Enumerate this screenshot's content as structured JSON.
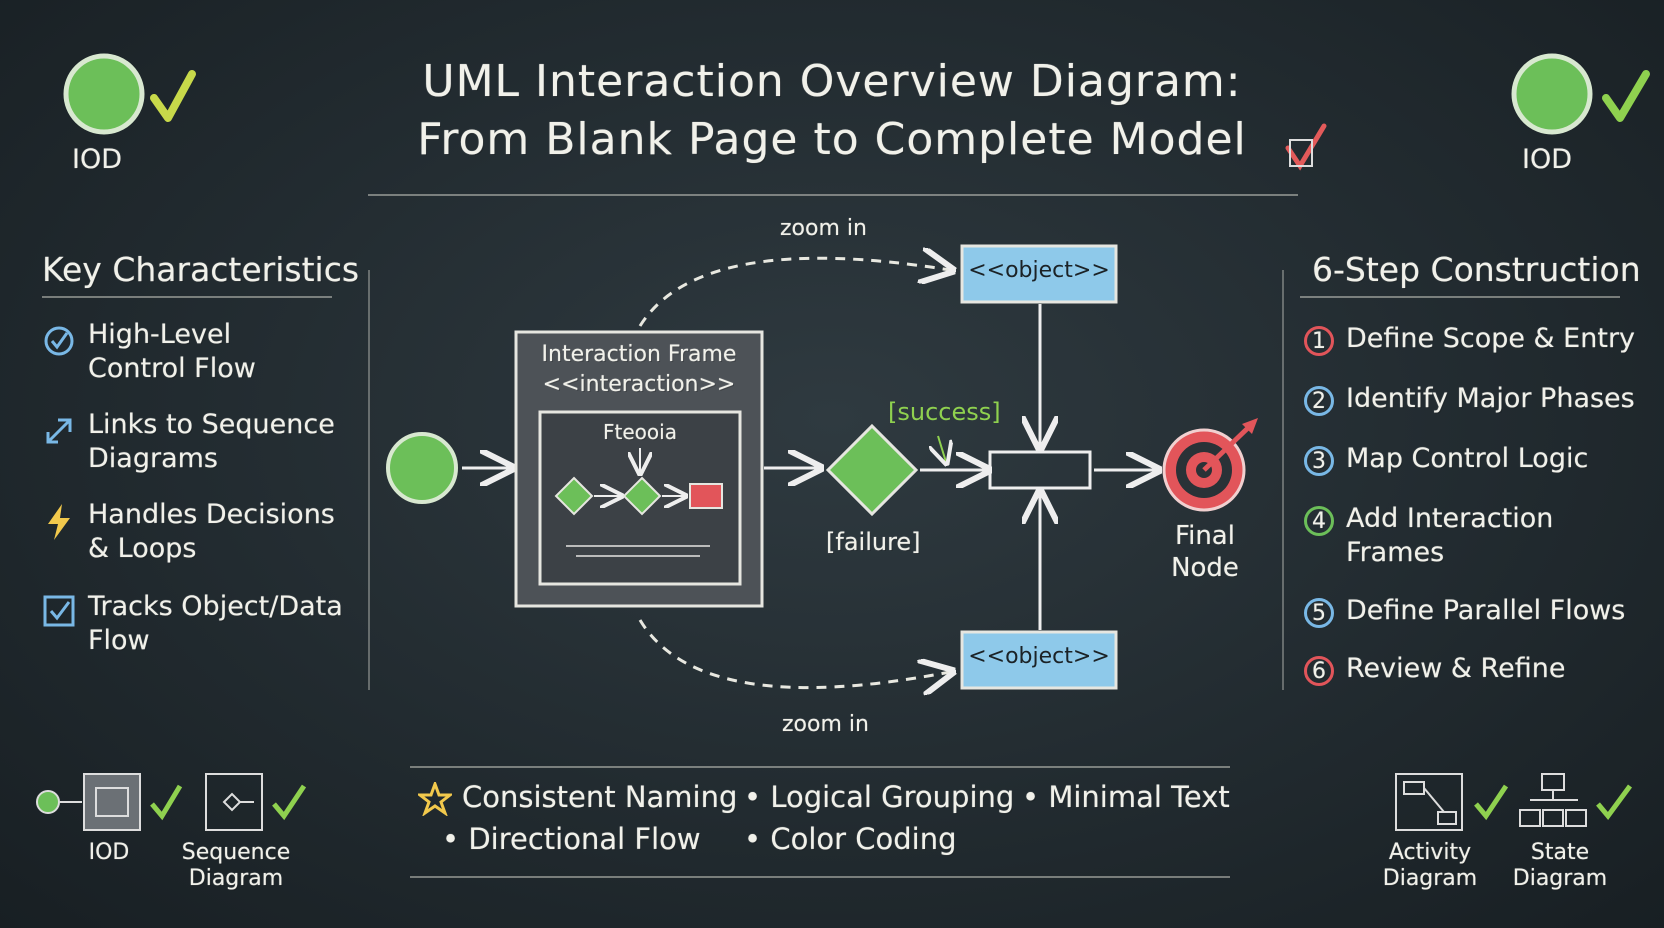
{
  "title": {
    "line1": "UML Interaction Overview Diagram:",
    "line2": "From Blank Page to Complete Model"
  },
  "corner_badges": {
    "left_label": "IOD",
    "right_label": "IOD"
  },
  "key_characteristics": {
    "heading": "Key Characteristics",
    "items": [
      {
        "icon": "check-circle-icon",
        "line1": "High-Level",
        "line2": "Control Flow"
      },
      {
        "icon": "link-icon",
        "line1": "Links to Sequence",
        "line2": "Diagrams"
      },
      {
        "icon": "lightning-icon",
        "line1": "Handles Decisions",
        "line2": "& Loops"
      },
      {
        "icon": "checkbox-icon",
        "line1": "Tracks Object/Data",
        "line2": "Flow"
      }
    ]
  },
  "steps": {
    "heading": "6-Step Construction",
    "items": [
      {
        "num": "1",
        "line1": "Define Scope & Entry",
        "line2": ""
      },
      {
        "num": "2",
        "line1": "Identify Major Phases",
        "line2": ""
      },
      {
        "num": "3",
        "line1": "Map Control Logic",
        "line2": ""
      },
      {
        "num": "4",
        "line1": "Add Interaction",
        "line2": "Frames"
      },
      {
        "num": "5",
        "line1": "Define Parallel Flows",
        "line2": ""
      },
      {
        "num": "6",
        "line1": "Review & Refine",
        "line2": ""
      }
    ]
  },
  "diagram": {
    "zoom_top": "zoom in",
    "zoom_bottom": "zoom in",
    "object_top": "<<object>>",
    "object_bottom": "<<object>>",
    "frame_title1": "Interaction Frame",
    "frame_title2": "<<interaction>>",
    "frame_inner_label": "Fteooia",
    "success": "[success]",
    "failure": "[failure]",
    "final_line1": "Final",
    "final_line2": "Node"
  },
  "bottom_left": {
    "iod_label": "IOD",
    "seq_line1": "Sequence",
    "seq_line2": "Diagram"
  },
  "bottom_right": {
    "activity_line1": "Activity",
    "activity_line2": "Diagram",
    "state_line1": "State",
    "state_line2": "Diagram"
  },
  "tips": {
    "row1": [
      "Consistent Naming",
      "Logical Grouping",
      "Minimal Text"
    ],
    "row2": [
      "Directional Flow",
      "Color Coding"
    ]
  },
  "colors": {
    "green": "#6cbf59",
    "blue": "#8ec9ea",
    "red": "#e2555a",
    "check": "#8fd14f",
    "yellow": "#f2c94c"
  }
}
